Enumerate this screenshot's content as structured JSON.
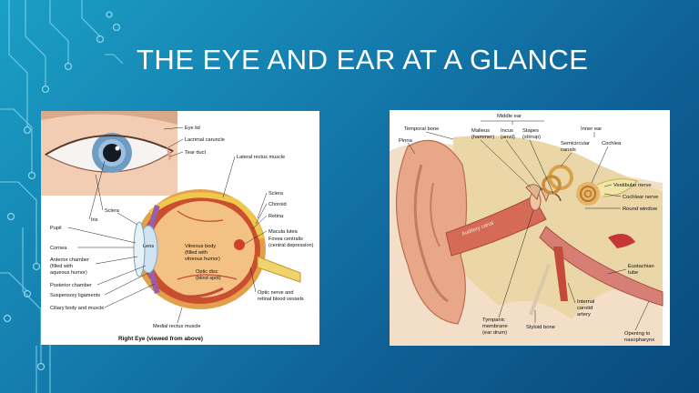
{
  "slide": {
    "title": "THE EYE AND EAR AT A GLANCE"
  },
  "eye_diagram": {
    "caption": "Right Eye (viewed from above)",
    "labels": {
      "eye_lid": "Eye lid",
      "lacrimal_caruncle": "Lacrimal caruncle",
      "tear_duct": "Tear duct",
      "lateral_rectus": "Lateral rectus muscle",
      "sclera_right": "Sclera",
      "choroid": "Choroid",
      "retina": "Retina",
      "macula_lutea": "Macula lutea",
      "fovea_1": "Fovea centralis",
      "fovea_2": "(central depression)",
      "sclera_left": "Sclera",
      "iris": "Iris",
      "pupil": "Pupil",
      "cornea": "Cornea",
      "anterior_1": "Anterior chamber",
      "anterior_2": "(filled with",
      "anterior_3": "aqueous humor)",
      "posterior_chamber": "Posterior chamber",
      "suspensory": "Suspensory ligaments",
      "ciliary": "Ciliary body and muscle",
      "lens": "Lens",
      "vitreous_1": "Vitreous body",
      "vitreous_2": "(filled with",
      "vitreous_3": "vitreous humor)",
      "optic_disc_1": "Optic disc",
      "optic_disc_2": "(blind spot)",
      "optic_nerve_1": "Optic nerve and",
      "optic_nerve_2": "retinal blood vessels",
      "medial_rectus": "Medial rectus muscle"
    }
  },
  "ear_diagram": {
    "labels": {
      "middle_ear": "Middle ear",
      "inner_ear": "Inner ear",
      "temporal_bone": "Temporal bone",
      "pinna": "Pinna",
      "malleus_1": "Malleus",
      "malleus_2": "(hammer)",
      "incus_1": "Incus",
      "incus_2": "(anvil)",
      "stapes_1": "Stapes",
      "stapes_2": "(stirrup)",
      "semicircular_1": "Semicircular",
      "semicircular_2": "canals",
      "cochlea": "Cochlea",
      "vestibular_nerve": "Vestibular nerve",
      "cochlear_nerve": "Cochlear nerve",
      "round_window": "Round window",
      "auditory_canal": "Auditory canal",
      "eustachian_1": "Eustachian",
      "eustachian_2": "tube",
      "internal_carotid_1": "Internal",
      "internal_carotid_2": "carotid",
      "internal_carotid_3": "artery",
      "tympanic_1": "Tympanic",
      "tympanic_2": "membrane",
      "tympanic_3": "(ear drum)",
      "styloid": "Styloid bone",
      "opening_1": "Opening to",
      "opening_2": "nasopharynx"
    }
  }
}
